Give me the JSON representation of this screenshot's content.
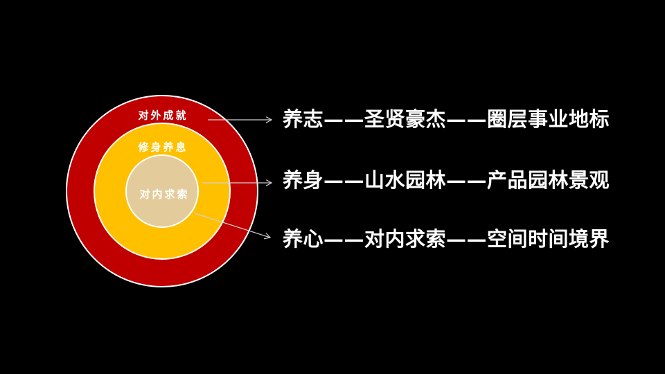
{
  "slide": {
    "background": "#000000",
    "text_color": "#FFFFFF"
  },
  "diagram": {
    "border_color": "#FFFFFF",
    "arrow_color": "#CFCFCF",
    "rings": [
      {
        "name": "outer",
        "label": "对外成就",
        "color": "#C00000"
      },
      {
        "name": "middle",
        "label": "修身养息",
        "color": "#FFC000"
      },
      {
        "name": "inner",
        "label": "对内求索",
        "color": "#E3CB9B"
      }
    ]
  },
  "lines": [
    {
      "text": "养志——圣贤豪杰——圈层事业地标"
    },
    {
      "text": "养身——山水园林——产品园林景观"
    },
    {
      "text": "养心——对内求索——空间时间境界"
    }
  ]
}
